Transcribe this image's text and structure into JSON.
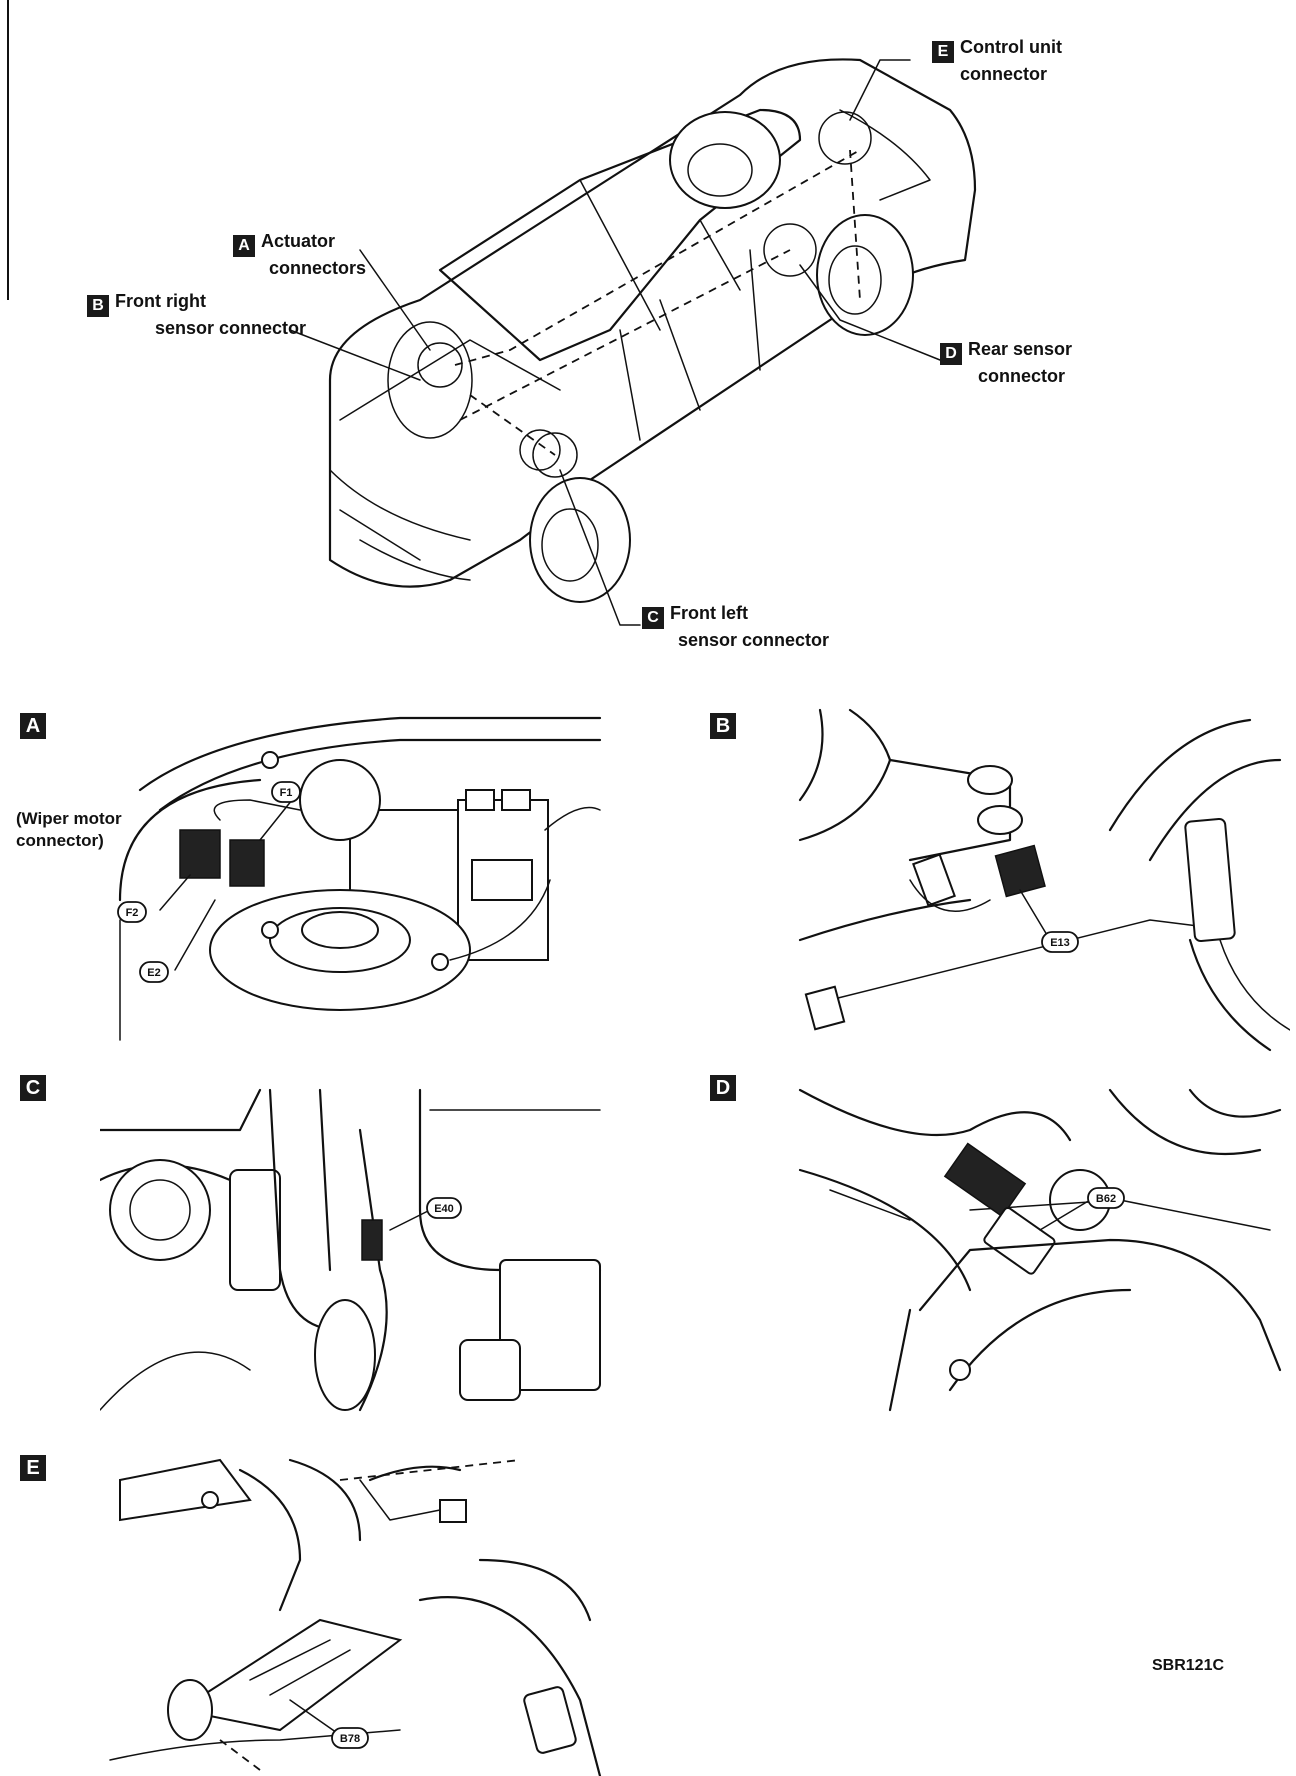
{
  "overview": {
    "callouts": [
      {
        "letter": "E",
        "line1": "Control unit",
        "line2": "connector"
      },
      {
        "letter": "A",
        "line1": "Actuator",
        "line2": "connectors"
      },
      {
        "letter": "B",
        "line1": "Front right",
        "line2": "sensor connector"
      },
      {
        "letter": "D",
        "line1": "Rear sensor",
        "line2": "connector"
      },
      {
        "letter": "C",
        "line1": "Front left",
        "line2": "sensor connector"
      }
    ]
  },
  "details": [
    {
      "letter": "A",
      "note_line1": "(Wiper motor",
      "note_line2": "connector)",
      "tags": [
        "F1",
        "F2",
        "E2"
      ]
    },
    {
      "letter": "B",
      "tags": [
        "E13"
      ]
    },
    {
      "letter": "C",
      "tags": [
        "E40"
      ]
    },
    {
      "letter": "D",
      "tags": [
        "B62"
      ]
    },
    {
      "letter": "E",
      "tags": [
        "B78"
      ]
    }
  ],
  "figure_code": "SBR121C"
}
